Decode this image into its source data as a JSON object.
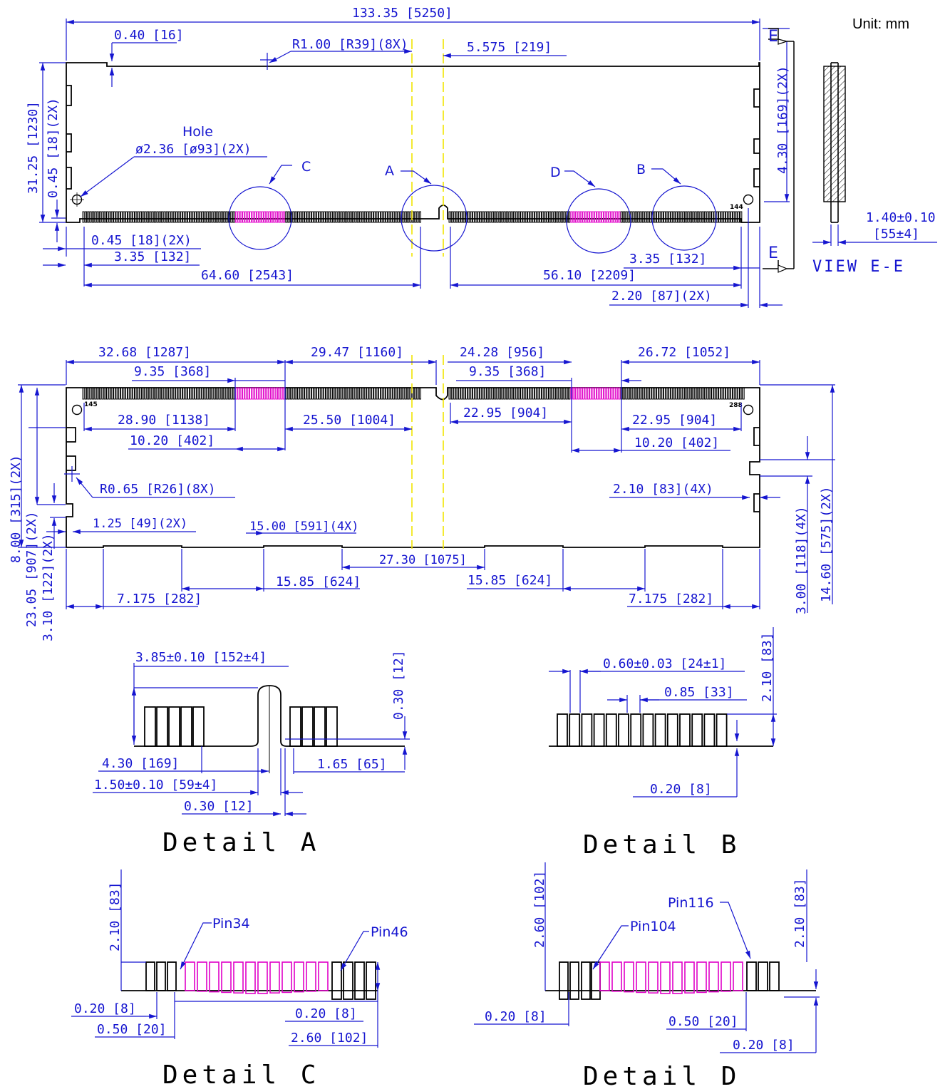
{
  "unit_label": "Unit:  mm",
  "view_label": "VIEW E-E",
  "section_marks": [
    "E",
    "E"
  ],
  "detail_titles": {
    "a": "Detail  A",
    "b": "Detail  B",
    "c": "Detail  C",
    "d": "Detail  D"
  },
  "callouts": {
    "a": "A",
    "b": "B",
    "c": "C",
    "d": "D"
  },
  "hole": {
    "label": "Hole",
    "spec": "ø2.36 [ø93](2X)"
  },
  "pin_numbers": {
    "p144": "144",
    "p145": "145",
    "p288": "288"
  },
  "pin_labels": {
    "c1": "Pin34",
    "c2": "Pin46",
    "d1": "Pin104",
    "d2": "Pin116"
  },
  "front_view": {
    "overall_width": "133.35 [5250]",
    "top_step": "0.40 [16]",
    "radius": "R1.00 [R39](8X)",
    "notch_offset": "5.575 [219]",
    "height": "31.25 [1230]",
    "hole_offset_v": "0.45 [18](2X)",
    "right_height": "4.30 [169](2X)",
    "hole_offset_h": "0.45 [18](2X)",
    "left_pin1": "3.35 [132]",
    "left_key": "64.60 [2543]",
    "right_pin1": "3.35 [132]",
    "right_key": "56.10 [2209]",
    "right_hole": "2.20 [87](2X)",
    "thickness": "1.40±0.10",
    "thickness_mils": "[55±4]"
  },
  "back_view": {
    "d1": "32.68 [1287]",
    "d2": "29.47 [1160]",
    "d3": "24.28 [956]",
    "d4": "26.72 [1052]",
    "d5": "9.35 [368]",
    "d6": "9.35 [368]",
    "d7": "28.90 [1138]",
    "d8": "25.50 [1004]",
    "d9": "22.95 [904]",
    "d10": "22.95 [904]",
    "d11": "10.20 [402]",
    "d12": "10.20 [402]",
    "radius": "R0.65 [R26](8X)",
    "notch_depth": "2.10 [83](4X)",
    "left_notch": "1.25 [49](2X)",
    "seg_width": "15.00 [591](4X)",
    "center_seg": "27.30 [1075]",
    "seg_l": "15.85 [624]",
    "seg_r": "15.85 [624]",
    "edge_l": "7.175 [282]",
    "edge_r": "7.175 [282]",
    "v1": "8.00 [315](2X)",
    "v2": "23.05 [907](2X)",
    "v3": "3.10 [122](2X)",
    "v4": "3.00 [118](4X)",
    "v5": "14.60 [575](2X)"
  },
  "detail_a": {
    "top": "3.85±0.10 [152±4]",
    "height": "0.30 [12]",
    "d1": "4.30 [169]",
    "d2": "1.65 [65]",
    "d3": "1.50±0.10 [59±4]",
    "d4": "0.30 [12]"
  },
  "detail_b": {
    "pad_width": "0.60±0.03 [24±1]",
    "pitch": "0.85 [33]",
    "pad_height": "2.10 [83]",
    "offset": "0.20 [8]"
  },
  "detail_c": {
    "height": "2.10 [83]",
    "d1": "0.20 [8]",
    "d2": "0.50 [20]",
    "d3": "0.20 [8]",
    "d4": "2.60 [102]"
  },
  "detail_d": {
    "height_l": "2.60 [102]",
    "height_r": "2.10 [83]",
    "d1": "0.20 [8]",
    "d2": "0.50 [20]",
    "d3": "0.20 [8]"
  },
  "colors": {
    "dimension": "#1515d0",
    "outline": "#000000",
    "highlight": "#e000c8",
    "centerline": "#f2e400"
  }
}
